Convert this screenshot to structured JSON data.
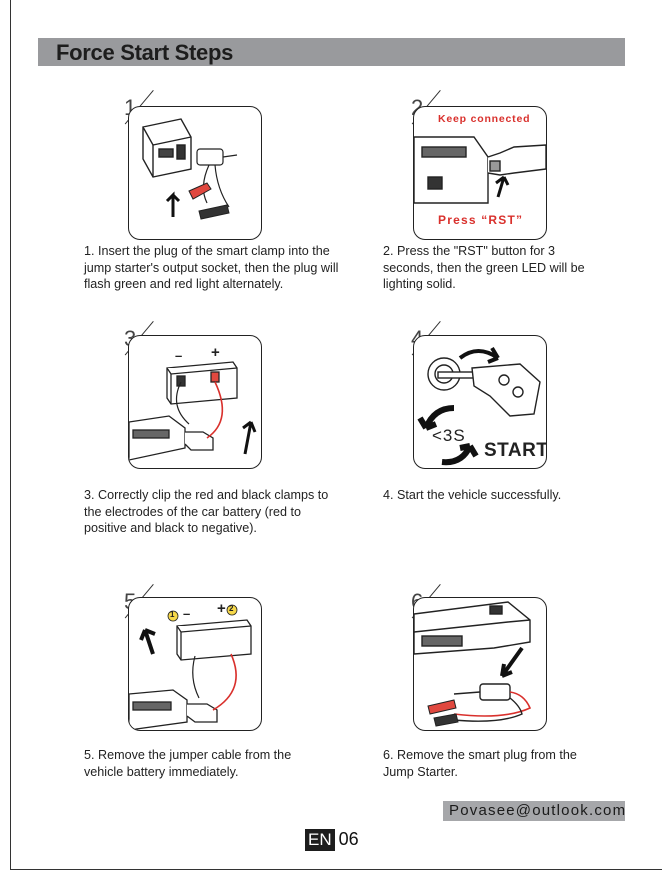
{
  "header": {
    "title": "Force Start Steps"
  },
  "steps": [
    {
      "number": "1",
      "text": "1. Insert the plug of the smart clamp into the jump starter's output socket, then the plug will flash green and red light alternately."
    },
    {
      "number": "2",
      "text": "2. Press the \"RST\" button for 3 seconds, then the green LED will be lighting solid.",
      "annotation_top": "Keep connected",
      "annotation_bottom": "Press “RST”"
    },
    {
      "number": "3",
      "text": "3. Correctly clip the red and black clamps to the electrodes of the car battery (red to positive and black to negative).",
      "minus": "–",
      "plus": "+"
    },
    {
      "number": "4",
      "text": "4. Start the vehicle successfully.",
      "timer": "<3S",
      "start": "START"
    },
    {
      "number": "5",
      "text": "5. Remove the jumper cable from the vehicle battery immediately.",
      "marker1": "1",
      "marker2": "2",
      "minus": "–",
      "plus": "+"
    },
    {
      "number": "6",
      "text": "6. Remove the smart plug from the Jump Starter."
    }
  ],
  "footer": {
    "email": "Povasee@outlook.com",
    "language": "EN",
    "page": "06"
  }
}
